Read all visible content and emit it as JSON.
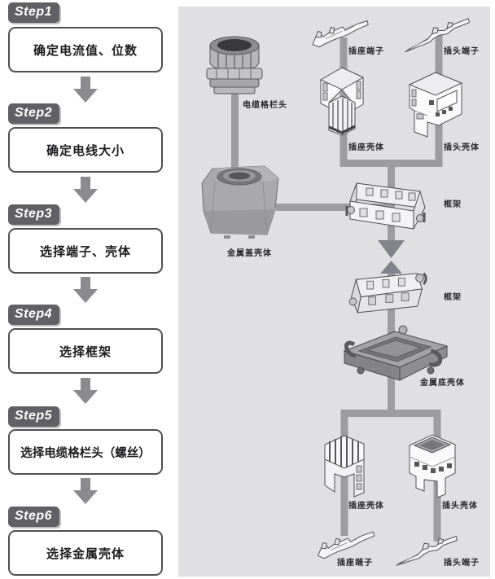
{
  "flow": {
    "steps": [
      {
        "badge": "Step1",
        "label": "确定电流值、位数"
      },
      {
        "badge": "Step2",
        "label": "确定电线大小"
      },
      {
        "badge": "Step3",
        "label": "选择端子、壳体"
      },
      {
        "badge": "Step4",
        "label": "选择框架"
      },
      {
        "badge": "Step5",
        "label": "选择电缆格栏头（螺丝）"
      },
      {
        "badge": "Step6",
        "label": "选择金属壳体"
      }
    ]
  },
  "diagram": {
    "labels": {
      "cable_gland": "电缆格栏头",
      "socket_terminal_top": "插座端子",
      "plug_terminal_top": "插头端子",
      "socket_insert_top": "插座壳体",
      "plug_insert_top": "插头壳体",
      "frame_top": "框架",
      "cover_housing": "金属盖壳体",
      "frame_bottom": "框架",
      "base_housing": "金属底壳体",
      "socket_insert_bottom": "插座壳体",
      "plug_insert_bottom": "插头壳体",
      "socket_terminal_bottom": "插座端子",
      "plug_terminal_bottom": "插头端子"
    },
    "colors": {
      "panel_bg": "#e0e0e2",
      "connector_line": "#9c9ca1",
      "arrow": "#82828a",
      "badge_bg": "#616165",
      "box_border": "#4f4f53"
    }
  }
}
